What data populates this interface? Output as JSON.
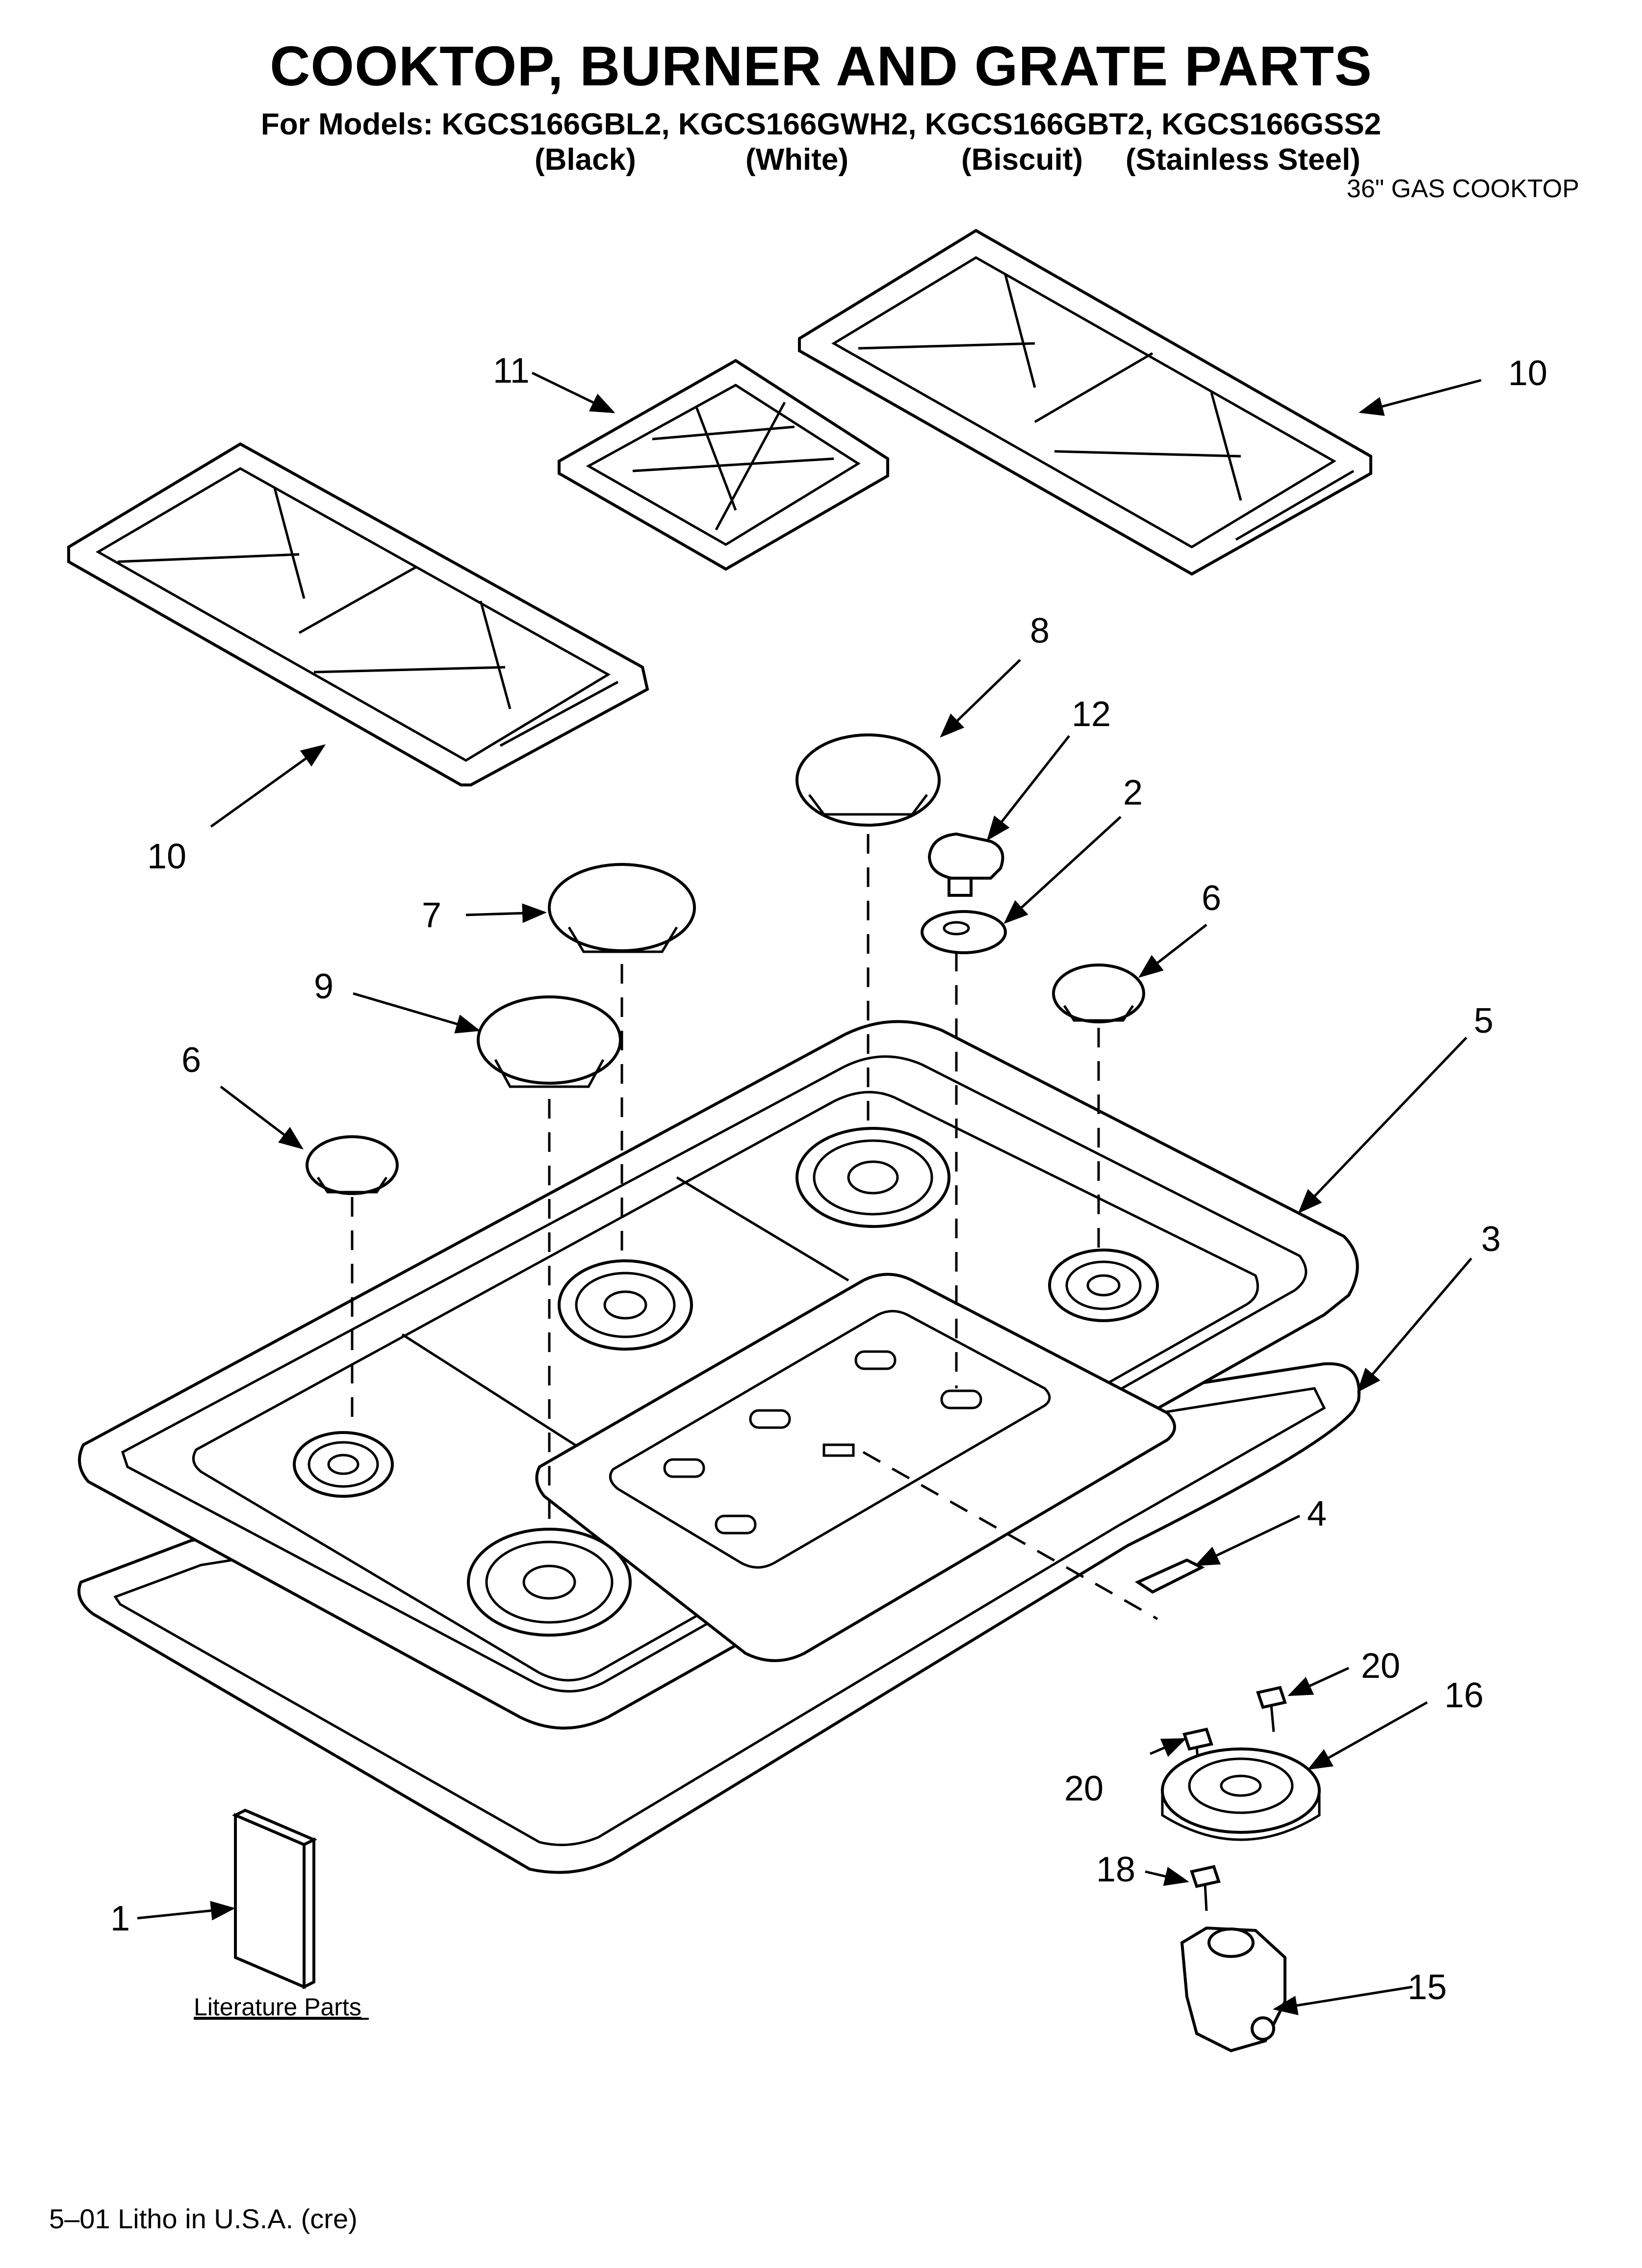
{
  "header": {
    "title": "COOKTOP, BURNER AND GRATE PARTS",
    "models": "For Models: KGCS166GBL2, KGCS166GWH2, KGCS166GBT2, KGCS166GSS2",
    "colors": [
      "(Black)",
      "(White)",
      "(Biscuit)",
      "(Stainless Steel)"
    ],
    "cooktop_type": "36\" GAS COOKTOP"
  },
  "callouts": {
    "c1": "1",
    "c2": "2",
    "c3": "3",
    "c4": "4",
    "c5": "5",
    "c6a": "6",
    "c6b": "6",
    "c7": "7",
    "c8": "8",
    "c9": "9",
    "c10a": "10",
    "c10b": "10",
    "c11": "11",
    "c12": "12",
    "c15": "15",
    "c16": "16",
    "c18": "18",
    "c20a": "20",
    "c20b": "20"
  },
  "literature_label": "Literature Parts",
  "footer": "5–01 Litho in U.S.A. (cre)"
}
